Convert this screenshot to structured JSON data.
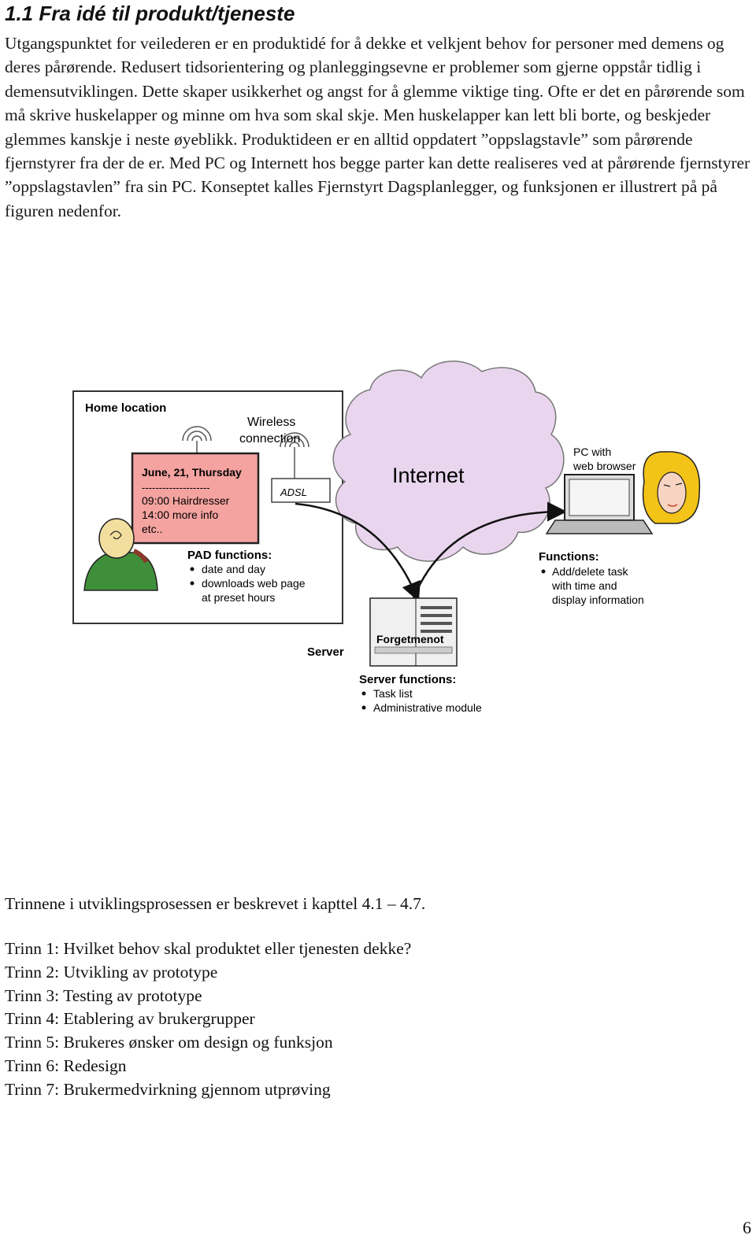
{
  "heading": "1.1 Fra idé til produkt/tjeneste",
  "intro": "Utgangspunktet for veilederen er en produktidé for å dekke et velkjent behov for personer med demens og deres pårørende. Redusert tidsorientering og planleggingsevne er problemer som gjerne oppstår tidlig i demensutviklingen. Dette skaper usikkerhet og angst for å glemme viktige ting. Ofte er det en pårørende som må skrive huskelapper og minne om hva som skal skje. Men huskelapper kan lett bli borte, og beskjeder glemmes kanskje i neste øyeblikk. Produktideen er en alltid oppdatert ”oppslagstavle” som pårørende fjernstyrer fra der de er. Med PC og Internett hos begge parter kan dette realiseres ved at pårørende fjernstyrer ”oppslagstavlen” fra sin PC. Konseptet kalles Fjernstyrt Dagsplanlegger, og funksjonen er illustrert på på figuren nedenfor.",
  "figure": {
    "home_location": "Home location",
    "wireless_line1": "Wireless",
    "wireless_line2": "connection",
    "adsl": "ADSL",
    "pad_screen": [
      "June, 21, Thursday",
      "--------------------",
      "09:00 Hairdresser",
      "14:00 more info",
      "etc.."
    ],
    "pad_functions_title": "PAD functions:",
    "pad_functions": [
      "date and day",
      "downloads web page",
      "at preset hours"
    ],
    "internet": "Internet",
    "pc_line1": "PC with",
    "pc_line2": "web browser",
    "functions_title": "Functions:",
    "functions": [
      "Add/delete task",
      "with time and",
      "display information"
    ],
    "server_label": "Server",
    "server_name": "Forgetmenot",
    "server_functions_title": "Server functions:",
    "server_functions": [
      "Task list",
      "Administrative module"
    ],
    "colors": {
      "pad_screen": "#f4a3a0",
      "cloud": "#e9d6ee",
      "person_jacket": "#3f8f3a",
      "woman_hair": "#f3c318"
    }
  },
  "steps_intro": "Trinnene i utviklingsprosessen er beskrevet i kapttel 4.1 – 4.7.",
  "steps": [
    "Trinn 1: Hvilket behov skal produktet eller tjenesten dekke?",
    "Trinn 2: Utvikling av prototype",
    "Trinn 3: Testing av prototype",
    "Trinn 4: Etablering av brukergrupper",
    "Trinn 5: Brukeres ønsker om design og funksjon",
    "Trinn 6: Redesign",
    "Trinn 7: Brukermedvirkning gjennom utprøving"
  ],
  "page_number": "6"
}
